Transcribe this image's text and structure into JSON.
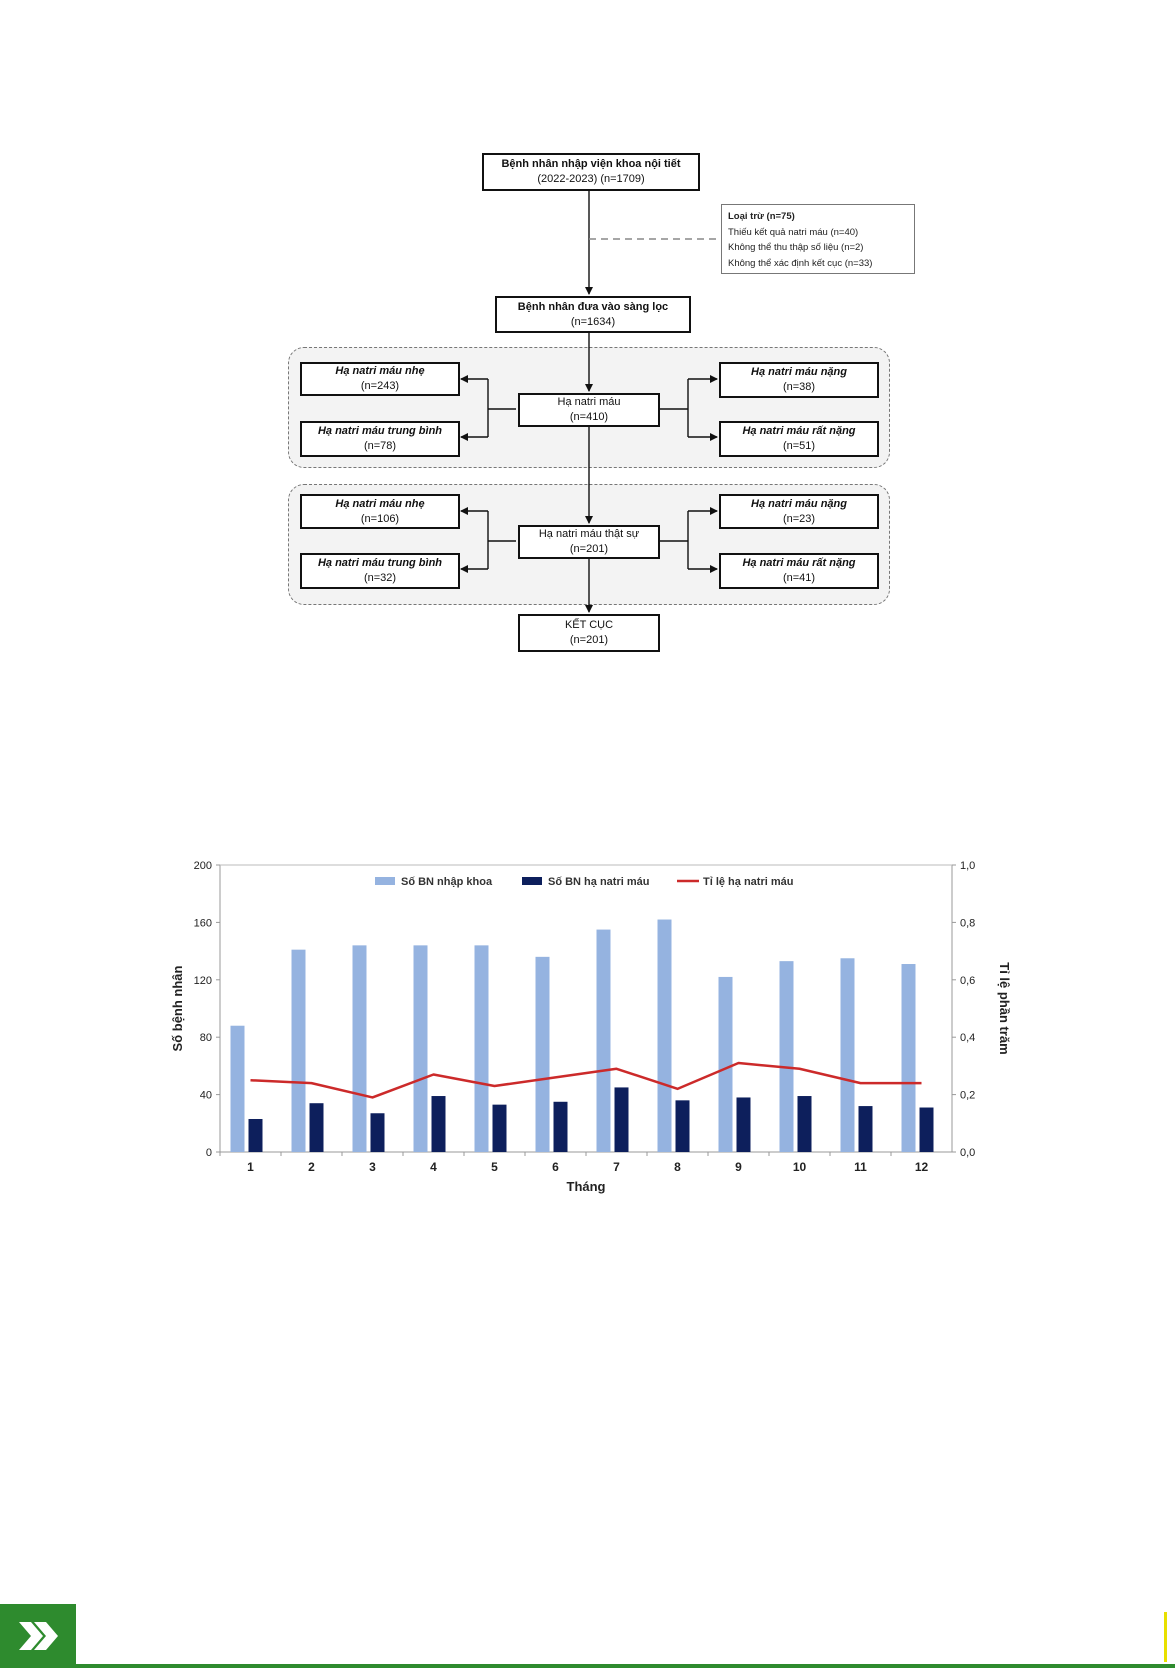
{
  "flowchart": {
    "top": {
      "l1": "Bệnh nhân nhập viện khoa nội tiết",
      "l2": "(2022-2023) (n=1709)"
    },
    "exclusion": {
      "title": "Loại trừ (n=75)",
      "items": [
        "Thiếu kết quả natri máu (n=40)",
        "Không thể thu thập số liệu (n=2)",
        "Không thể xác định kết cục (n=33)"
      ]
    },
    "screen": {
      "l1": "Bệnh nhân đưa vào sàng lọc",
      "l2": "(n=1634)"
    },
    "hypo": {
      "l1": "Hạ natri máu",
      "l2": "(n=410)"
    },
    "g1": {
      "mild": {
        "l1": "Hạ natri máu nhẹ",
        "l2": "(n=243)"
      },
      "moderate": {
        "l1": "Hạ natri máu trung bình",
        "l2": "(n=78)"
      },
      "severe": {
        "l1": "Hạ natri máu nặng",
        "l2": "(n=38)"
      },
      "very_severe": {
        "l1": "Hạ natri máu rất nặng",
        "l2": "(n=51)"
      }
    },
    "true_hypo": {
      "l1": "Hạ natri máu thật sự",
      "l2": "(n=201)"
    },
    "g2": {
      "mild": {
        "l1": "Hạ natri máu nhẹ",
        "l2": "(n=106)"
      },
      "moderate": {
        "l1": "Hạ natri máu trung bình",
        "l2": "(n=32)"
      },
      "severe": {
        "l1": "Hạ natri máu nặng",
        "l2": "(n=23)"
      },
      "very_severe": {
        "l1": "Hạ natri máu rất nặng",
        "l2": "(n=41)"
      }
    },
    "outcome": {
      "l1": "KẾT CỤC",
      "l2": "(n=201)"
    }
  },
  "chart_data": {
    "type": "bar",
    "xlabel": "Tháng",
    "ylabel": "Số bệnh nhân",
    "y2label": "Tỉ lệ phần trăm",
    "categories": [
      "1",
      "2",
      "3",
      "4",
      "5",
      "6",
      "7",
      "8",
      "9",
      "10",
      "11",
      "12"
    ],
    "ylim": [
      0,
      200
    ],
    "y2lim": [
      0,
      1.0
    ],
    "yticks": [
      "0",
      "40",
      "80",
      "120",
      "160",
      "200"
    ],
    "y2ticks": [
      "0,0",
      "0,2",
      "0,4",
      "0,6",
      "0,8",
      "1,0"
    ],
    "legend_position": "top",
    "grid": false,
    "series": [
      {
        "name": "Số BN nhập khoa",
        "kind": "bar",
        "axis": "left",
        "color": "#95b3e0",
        "values": [
          88,
          141,
          144,
          144,
          144,
          136,
          155,
          162,
          122,
          133,
          135,
          131
        ]
      },
      {
        "name": "Số BN hạ natri máu",
        "kind": "bar",
        "axis": "left",
        "color": "#0d1f5c",
        "values": [
          23,
          34,
          27,
          39,
          33,
          35,
          45,
          36,
          38,
          39,
          32,
          31
        ]
      },
      {
        "name": "Tỉ lệ hạ natri máu",
        "kind": "line",
        "axis": "right",
        "color": "#cc2a2a",
        "values": [
          0.25,
          0.24,
          0.19,
          0.27,
          0.23,
          0.26,
          0.29,
          0.22,
          0.31,
          0.29,
          0.24,
          0.24
        ]
      }
    ]
  },
  "colors": {
    "footer_green": "#2e8b2e",
    "accent_yellow": "#e8e000"
  },
  "footer": {
    "icon": "double-chevron-right-icon"
  }
}
